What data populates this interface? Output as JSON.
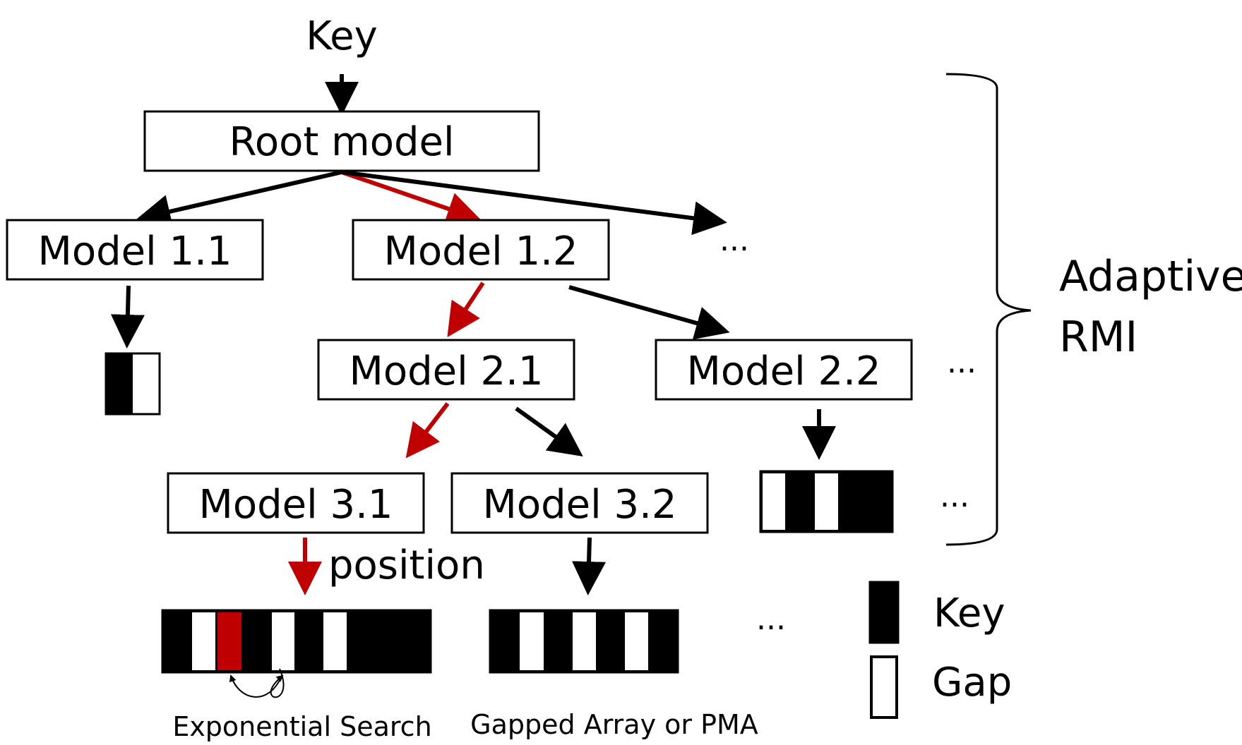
{
  "input_label": "Key",
  "root": "Root model",
  "level1": [
    "Model 1.1",
    "Model 1.2"
  ],
  "level2": [
    "Model 2.1",
    "Model 2.2"
  ],
  "level3": [
    "Model 3.1",
    "Model 3.2"
  ],
  "ellipsis": "...",
  "position_label": "position",
  "brace_label_line1": "Adaptive",
  "brace_label_line2": "RMI",
  "array_label_left": "Exponential Search",
  "array_label_right": "Gapped Array or PMA",
  "legend": {
    "key": "Key",
    "gap": "Gap"
  },
  "colors": {
    "search_path": "#c00000",
    "normal": "#000000"
  }
}
